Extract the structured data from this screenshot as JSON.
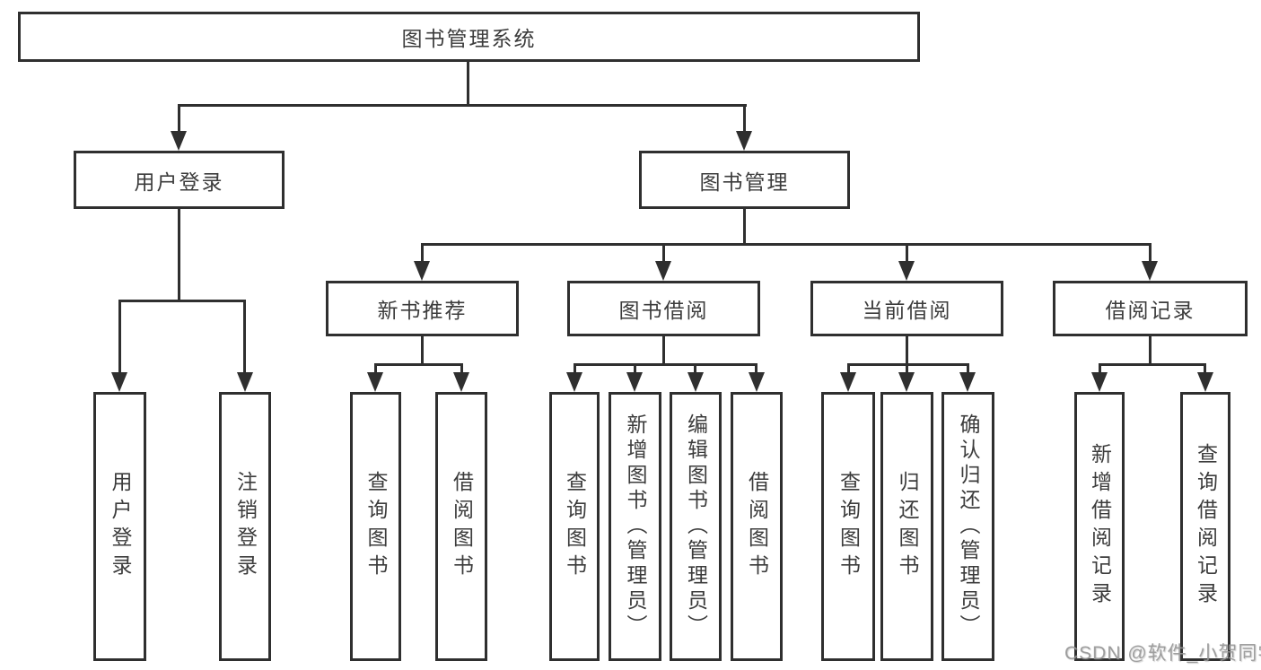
{
  "nodes": {
    "root": {
      "label": "图书管理系统"
    },
    "user_login": {
      "label": "用户登录"
    },
    "book_management": {
      "label": "图书管理"
    },
    "new_book_recommend": {
      "label": "新书推荐"
    },
    "book_borrow": {
      "label": "图书借阅"
    },
    "current_borrow": {
      "label": "当前借阅"
    },
    "borrow_records": {
      "label": "借阅记录"
    },
    "leaf_user_login": {
      "label": "用户登录"
    },
    "leaf_logout": {
      "label": "注销登录"
    },
    "leaf_nbr_query": {
      "label": "查询图书"
    },
    "leaf_nbr_borrow": {
      "label": "借阅图书"
    },
    "leaf_bb_query": {
      "label": "查询图书"
    },
    "leaf_bb_add": {
      "label": "新增图书（管理员）"
    },
    "leaf_bb_edit": {
      "label": "编辑图书（管理员）"
    },
    "leaf_bb_borrow": {
      "label": "借阅图书"
    },
    "leaf_cb_query": {
      "label": "查询图书"
    },
    "leaf_cb_return": {
      "label": "归还图书"
    },
    "leaf_cb_confirm": {
      "label": "确认归还（管理员）"
    },
    "leaf_br_add": {
      "label": "新增借阅记录"
    },
    "leaf_br_query": {
      "label": "查询借阅记录"
    }
  },
  "hierarchy": [
    {
      "parent": "图书管理系统",
      "children": [
        "用户登录",
        "图书管理"
      ]
    },
    {
      "parent": "用户登录",
      "children": [
        "用户登录",
        "注销登录"
      ]
    },
    {
      "parent": "图书管理",
      "children": [
        "新书推荐",
        "图书借阅",
        "当前借阅",
        "借阅记录"
      ]
    },
    {
      "parent": "新书推荐",
      "children": [
        "查询图书",
        "借阅图书"
      ]
    },
    {
      "parent": "图书借阅",
      "children": [
        "查询图书",
        "新增图书（管理员）",
        "编辑图书（管理员）",
        "借阅图书"
      ]
    },
    {
      "parent": "当前借阅",
      "children": [
        "查询图书",
        "归还图书",
        "确认归还（管理员）"
      ]
    },
    {
      "parent": "借阅记录",
      "children": [
        "新增借阅记录",
        "查询借阅记录"
      ]
    }
  ],
  "watermark": {
    "text": "CSDN @软件_小贺同学"
  },
  "colors": {
    "line": "#2f2f2f",
    "box_border": "#2f2f2f",
    "box_fill": "#ffffff",
    "text": "#3c3c3c",
    "watermark": "#969696",
    "background": "#ffffff"
  }
}
